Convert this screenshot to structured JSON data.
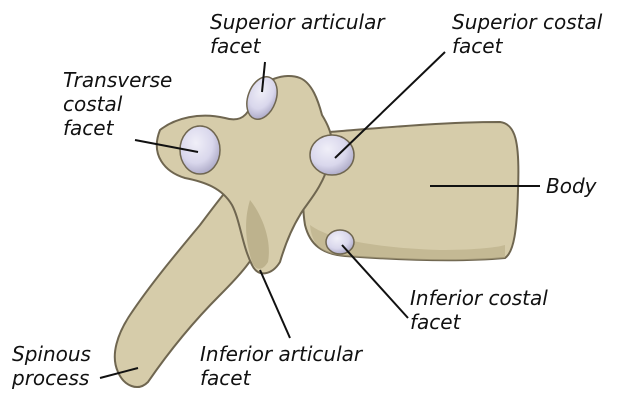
{
  "labels": {
    "superior_articular": [
      "Superior articular",
      "facet"
    ],
    "superior_costal": [
      "Superior costal",
      "facet"
    ],
    "transverse_costal": [
      "Transverse",
      "costal",
      "facet"
    ],
    "body": [
      "Body"
    ],
    "inferior_costal": [
      "Inferior costal",
      "facet"
    ],
    "inferior_articular": [
      "Inferior articular",
      "facet"
    ],
    "spinous_process": [
      "Spinous",
      "process"
    ]
  },
  "colors": {
    "bone": "#d6ccaa",
    "bone_shadow": "#b7ab86",
    "bone_outline": "#6f6650",
    "facet": "#d9d7ec",
    "facet_shadow": "#a9a6c4",
    "leader_line": "#111111"
  }
}
